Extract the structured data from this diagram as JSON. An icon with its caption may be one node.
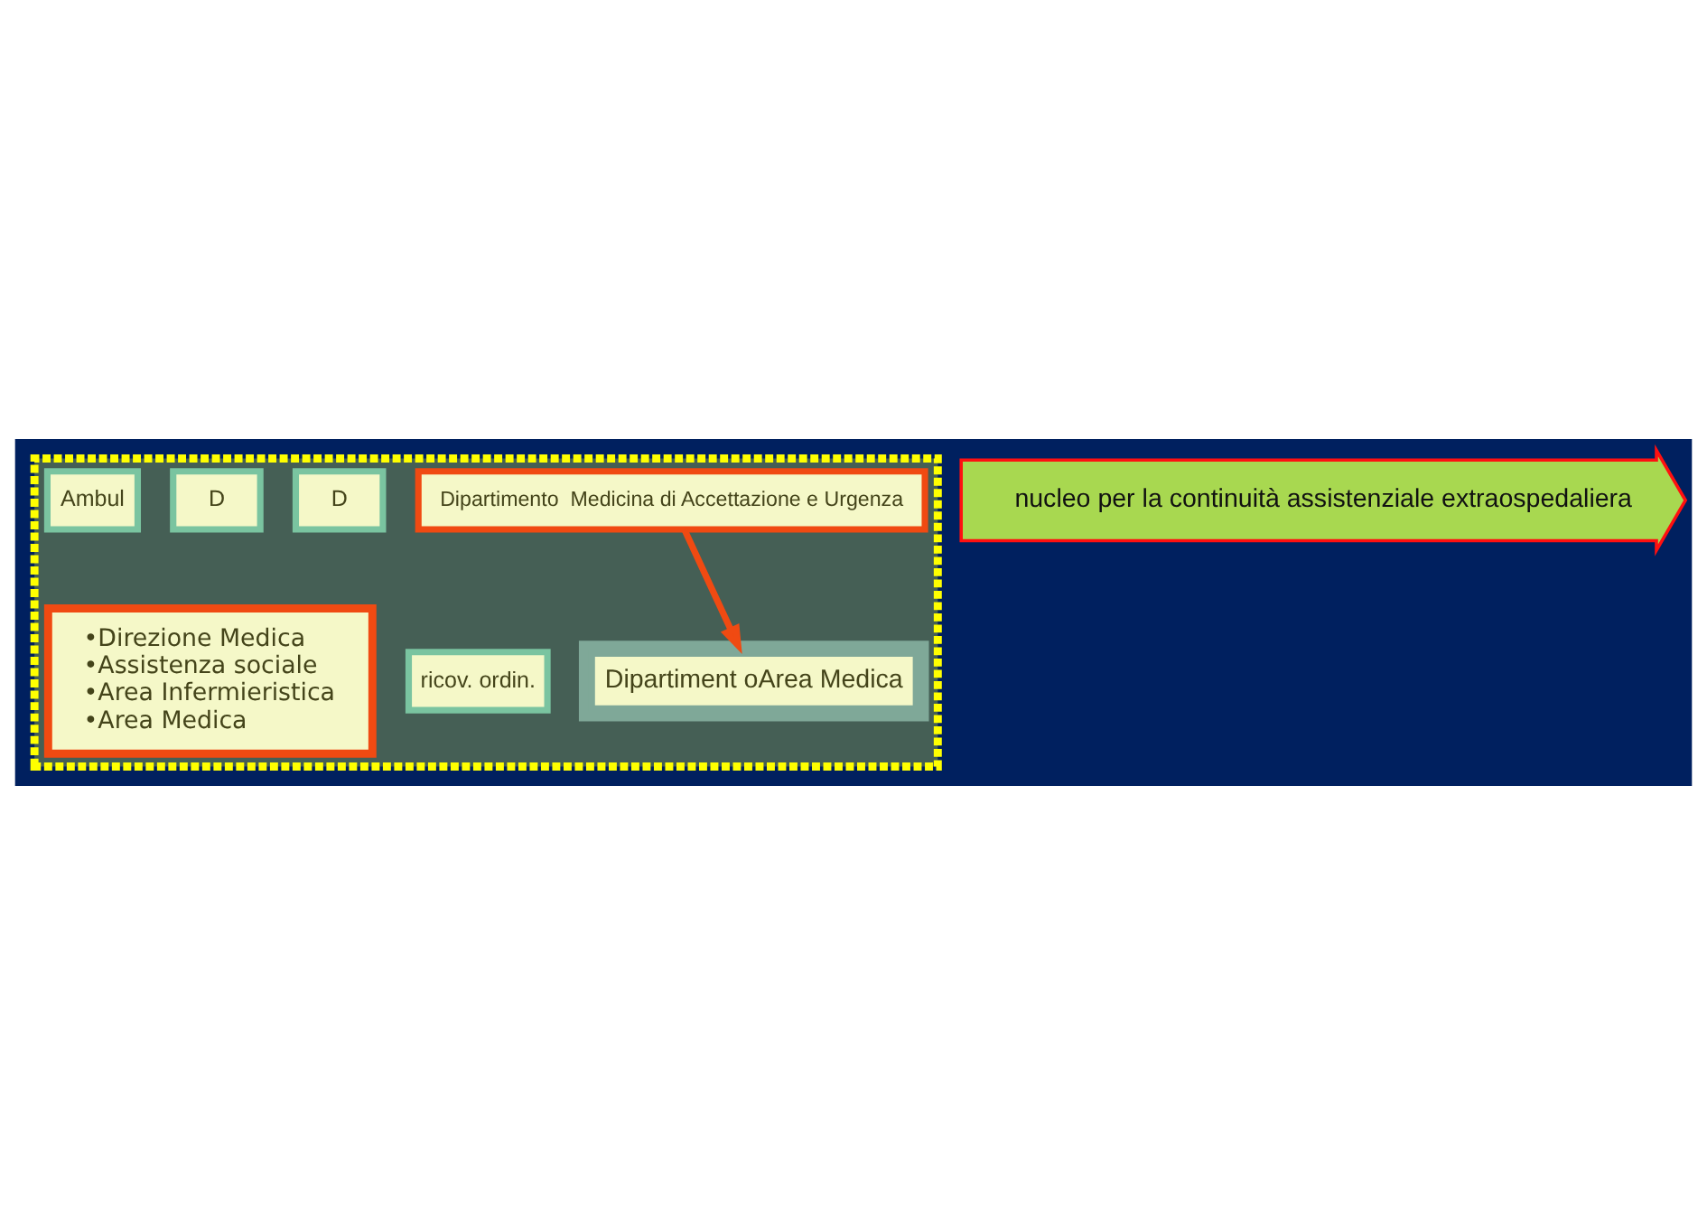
{
  "diagram": {
    "nodes": [
      {
        "text": [],
        "shape": "box"
      },
      {
        "text": [
          "Dipartimento  Medicina di Accettazione e Urgenza"
        ],
        "in": 0
      },
      {
        "text": [
          "Dipartiment oArea Medica"
        ],
        "in": 0
      },
      {
        "text": [
          "D"
        ],
        "in": 0
      },
      {
        "text": [
          "D"
        ],
        "in": 0
      },
      {
        "text": [
          "Ambul"
        ],
        "in": 0
      },
      {
        "text": [
          "ricov. ordin."
        ],
        "in": 0
      },
      {
        "text": [
          "nucleo per la continuità assistenziale extraospedaliera"
        ]
      },
      {
        "text": [
          "•Direzione Medica",
          "•Assistenza sociale",
          "•Area Infermieristica",
          "•Area Medica"
        ],
        "in": 0
      }
    ],
    "edges": [
      {
        "from": 1,
        "to": 2,
        "arrow": "to",
        "color": "#f04a12"
      }
    ]
  }
}
